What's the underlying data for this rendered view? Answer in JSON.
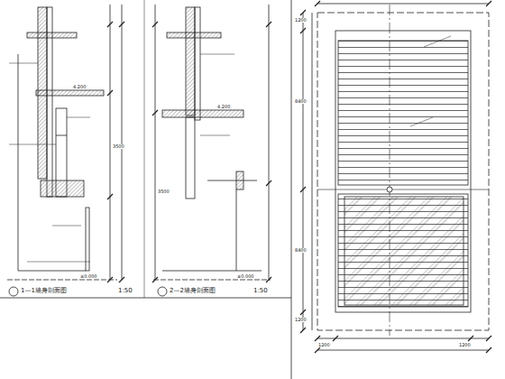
{
  "diagram": {
    "labels": [
      "1—1墙身剖面图",
      "1:50",
      "2—2墙身剖面图",
      "1:50",
      "1200",
      "8400",
      "8400",
      "1200",
      "1200",
      "1200",
      "±0.000",
      "±0.000",
      "4.200",
      "4.200",
      "3500",
      "3500"
    ]
  }
}
